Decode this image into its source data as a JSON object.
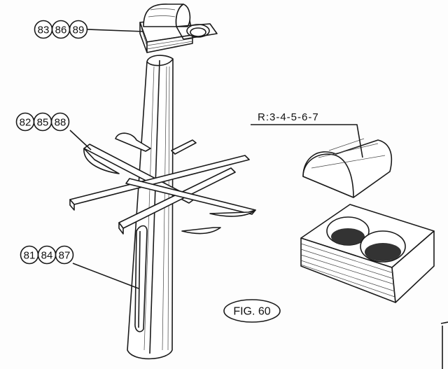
{
  "labels": {
    "cap": [
      "83",
      "86",
      "89"
    ],
    "crosstrees": [
      "82",
      "85",
      "88"
    ],
    "mast": [
      "81",
      "84",
      "87"
    ]
  },
  "radius_note": "R:3-4-5-6-7",
  "figure": "FIG. 60"
}
